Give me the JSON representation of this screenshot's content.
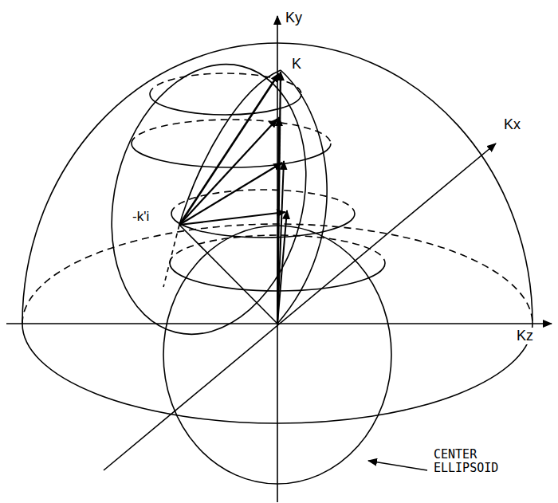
{
  "diagram": {
    "labels": [
      "Ky",
      "K",
      "Kx",
      "Kz",
      "-k'i",
      "CENTER ELLIPSOID"
    ]
  }
}
